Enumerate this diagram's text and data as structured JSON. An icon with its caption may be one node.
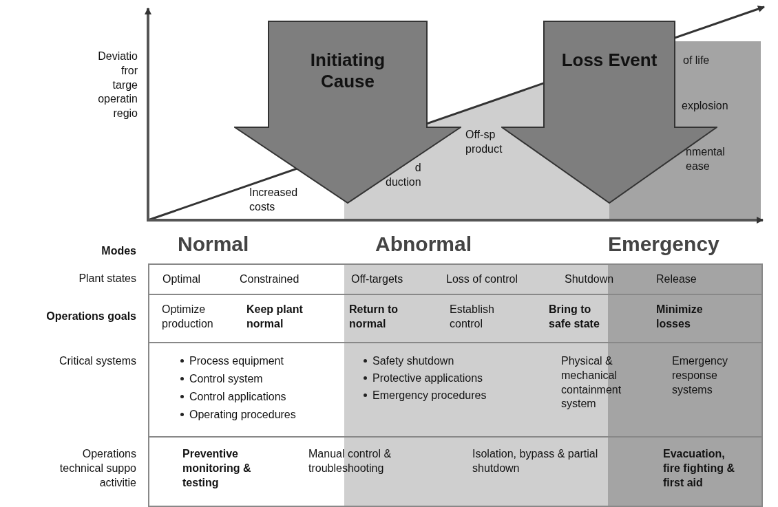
{
  "diagram": {
    "nodes": [
      {
        "text": [
          "Initiating Cause"
        ]
      },
      {
        "text": [
          "Loss Event"
        ]
      }
    ],
    "labels": [
      "Deviatio fror targe operatin regio",
      "of life",
      "explosion",
      "Off-sp product",
      "nmental ease",
      "d duction",
      "Increased costs",
      "Modes",
      "Normal",
      "Abnormal",
      "Emergency",
      "Plant states",
      "Optimal",
      "Constrained",
      "Off-targets",
      "Loss of control",
      "Shutdown",
      "Release",
      "Operations goals",
      "Optimize production",
      "Keep plant normal",
      "Return to normal",
      "Establish control",
      "Bring to safe state",
      "Minimize losses",
      "Critical systems",
      "Process equipment",
      "Control system",
      "Control applications",
      "Operating procedures",
      "Safety shutdown",
      "Protective applications",
      "Emergency procedures",
      "Physical & mechanical containment system",
      "Emergency response systems",
      "Operations technical suppo activitie",
      "Preventive monitoring & testing",
      "Manual control & troubleshooting",
      "Isolation, bypass & partial shutdown",
      "Evacuation, fire fighting & first aid"
    ]
  }
}
